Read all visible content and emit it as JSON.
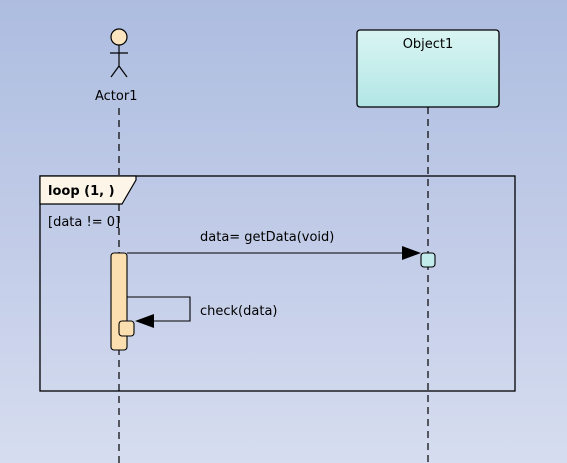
{
  "actor": {
    "name": "Actor1"
  },
  "object": {
    "name": "Object1"
  },
  "fragment": {
    "operator": "loop (1, )",
    "guard": "[data != 0]"
  },
  "messages": [
    {
      "label": "data= getData(void)",
      "from": "Actor1",
      "to": "Object1",
      "kind": "synchronous"
    },
    {
      "label": "check(data)",
      "from": "Actor1",
      "to": "Actor1",
      "kind": "self"
    }
  ],
  "colors": {
    "background_top": "#adbde0",
    "background_bottom": "#d6ddf0",
    "actor_fill": "#fbe4c0",
    "object_fill_top": "#d9f5f2",
    "object_fill_bottom": "#b2e6e6",
    "activation_fill": "#fbdfb0",
    "object_activation_fill": "#c2ecec",
    "line": "#000000"
  }
}
